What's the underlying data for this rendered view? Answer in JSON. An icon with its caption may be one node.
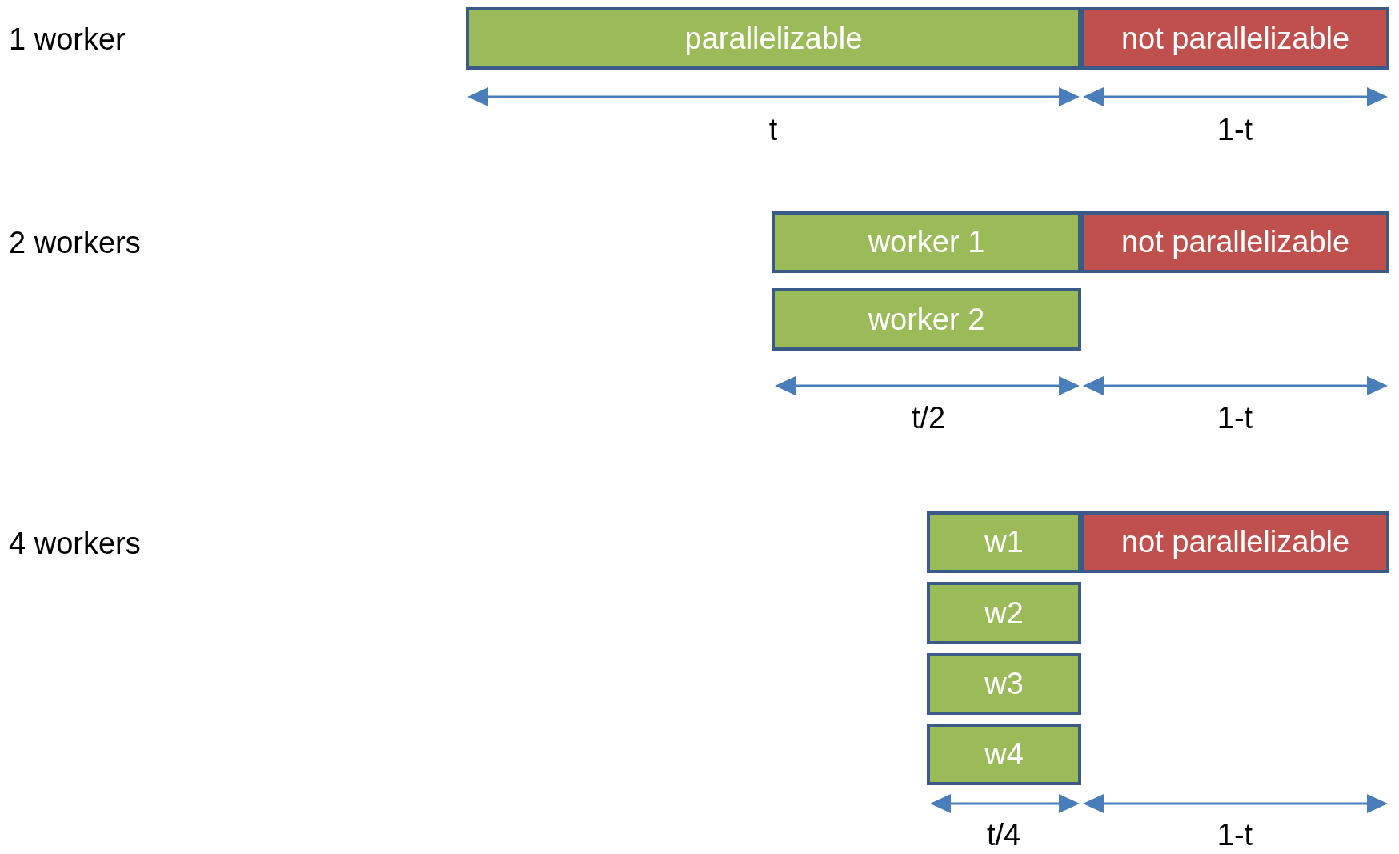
{
  "diagram": {
    "nodes": [
      {
        "text": [
          "parallelizable"
        ]
      },
      {
        "text": [
          "not parallelizable"
        ]
      },
      {
        "text": [
          "worker 1"
        ]
      },
      {
        "text": [
          "not parallelizable"
        ]
      },
      {
        "text": [
          "worker 2"
        ]
      },
      {
        "text": [
          "w1"
        ]
      },
      {
        "text": [
          "not parallelizable"
        ]
      },
      {
        "text": [
          "w2"
        ]
      },
      {
        "text": [
          "w3"
        ]
      },
      {
        "text": [
          "w4"
        ]
      }
    ],
    "labels": [
      "1 worker",
      "t",
      "1-t",
      "2 workers",
      "t/2",
      "1-t",
      "4 workers",
      "t/4",
      "1-t"
    ]
  }
}
